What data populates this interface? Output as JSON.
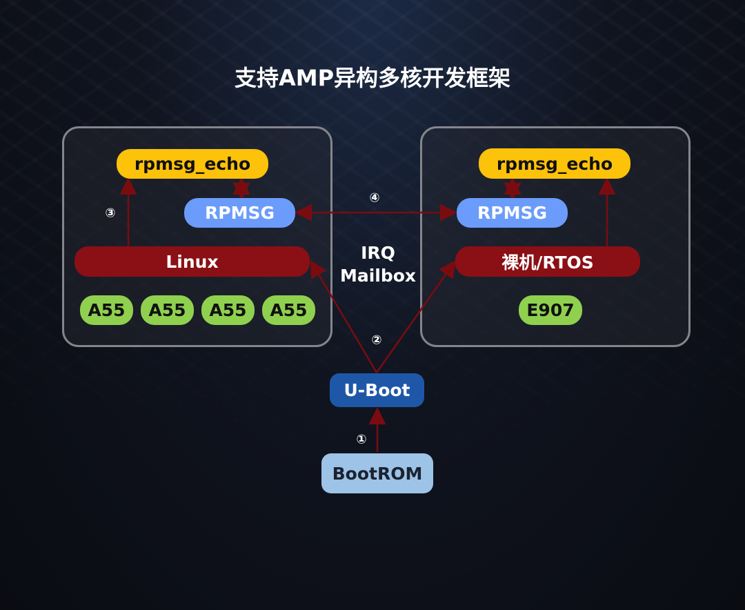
{
  "title": "支持AMP异构多核开发框架",
  "left": {
    "app": "rpmsg_echo",
    "rpmsg": "RPMSG",
    "os": "Linux",
    "cores": [
      "A55",
      "A55",
      "A55",
      "A55"
    ]
  },
  "right": {
    "app": "rpmsg_echo",
    "rpmsg": "RPMSG",
    "os": "裸机/RTOS",
    "cores": [
      "E907"
    ]
  },
  "channel": {
    "line1": "IRQ",
    "line2": "Mailbox"
  },
  "boot": {
    "uboot": "U-Boot",
    "bootrom": "BootROM"
  },
  "steps": {
    "s1": "①",
    "s2": "②",
    "s3": "③",
    "s4": "④"
  },
  "colors": {
    "arrow": "#7a0c10",
    "app": "#fdc20a",
    "rpmsg": "#6b9cfb",
    "os": "#8a1015",
    "core": "#8fd14f",
    "uboot": "#1f57a8",
    "bootrom": "#9dc3e6"
  }
}
